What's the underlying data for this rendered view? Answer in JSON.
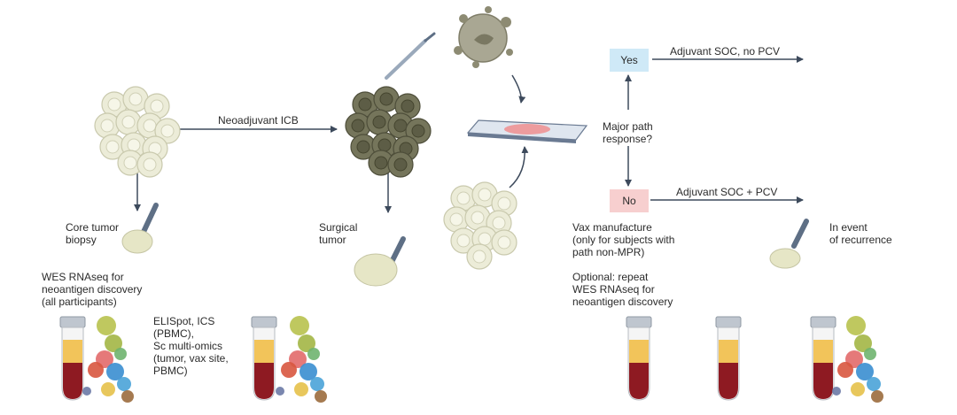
{
  "labels": {
    "neoadjuvant": "Neoadjuvant ICB",
    "core_biopsy_1": "Core tumor",
    "core_biopsy_2": "biopsy",
    "wes_1": "WES RNAseq for",
    "wes_2": "neoantigen discovery",
    "wes_3": "(all participants)",
    "elispot_1": "ELISpot, ICS",
    "elispot_2": "(PBMC),",
    "elispot_3": "Sc multi-omics",
    "elispot_4": "(tumor, vax site,",
    "elispot_5": "PBMC)",
    "surgical_1": "Surgical",
    "surgical_2": "tumor",
    "mpr_1": "Major path",
    "mpr_2": "response?",
    "yes": "Yes",
    "no": "No",
    "adj_yes": "Adjuvant SOC, no PCV",
    "adj_no": "Adjuvant SOC + PCV",
    "vax_1": "Vax manufacture",
    "vax_2": "(only for subjects with",
    "vax_3": "path non-MPR)",
    "opt_1": "Optional: repeat",
    "opt_2": "WES RNAseq for",
    "opt_3": "neoantigen discovery",
    "recur_1": "In event",
    "recur_2": "of recurrence"
  },
  "colors": {
    "yes_box": "#cfe9f7",
    "no_box": "#f7cfcf",
    "arrow": "#3d4a5c",
    "cell_light": "#e8e8d2",
    "cell_dark": "#6e6e55",
    "blood": "#8e1a22",
    "plasma": "#f2c45a"
  },
  "icons": [
    "tumor-cluster-icon",
    "scalpel-icon",
    "microscope-slide-icon",
    "biopsy-needle-icon",
    "blood-tube-icon",
    "single-cell-map-icon"
  ]
}
